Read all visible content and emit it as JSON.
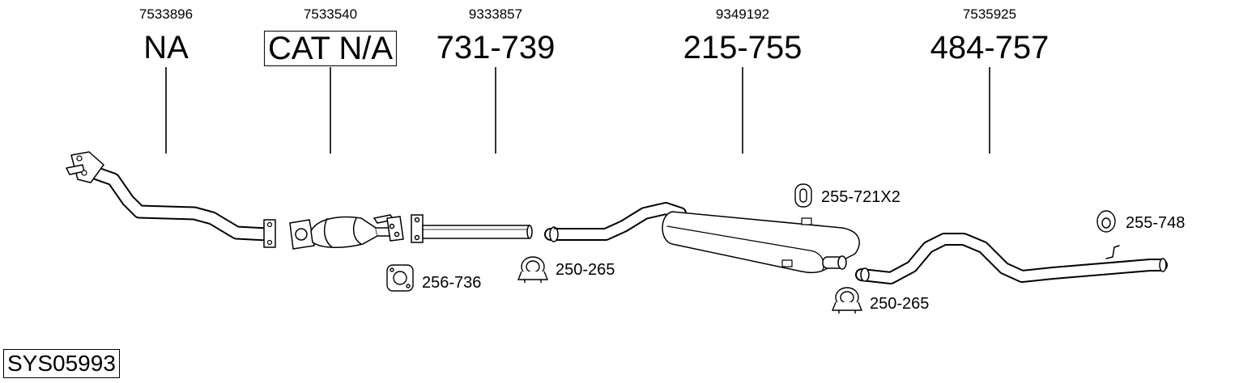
{
  "parts": [
    {
      "oe": "7533896",
      "part": "NA",
      "boxed": false
    },
    {
      "oe": "7533540",
      "part": "CAT N/A",
      "boxed": true
    },
    {
      "oe": "9333857",
      "part": "731-739",
      "boxed": false
    },
    {
      "oe": "9349192",
      "part": "215-755",
      "boxed": false
    },
    {
      "oe": "7535925",
      "part": "484-757",
      "boxed": false
    }
  ],
  "accessories": [
    {
      "label": "256-736",
      "icon": "gasket-icon"
    },
    {
      "label": "250-265",
      "icon": "clamp-icon"
    },
    {
      "label": "255-721X2",
      "icon": "rubber-hanger-icon"
    },
    {
      "label": "250-265",
      "icon": "clamp-icon"
    },
    {
      "label": "255-748",
      "icon": "rubber-ring-icon"
    }
  ],
  "system_code": "SYS05993"
}
